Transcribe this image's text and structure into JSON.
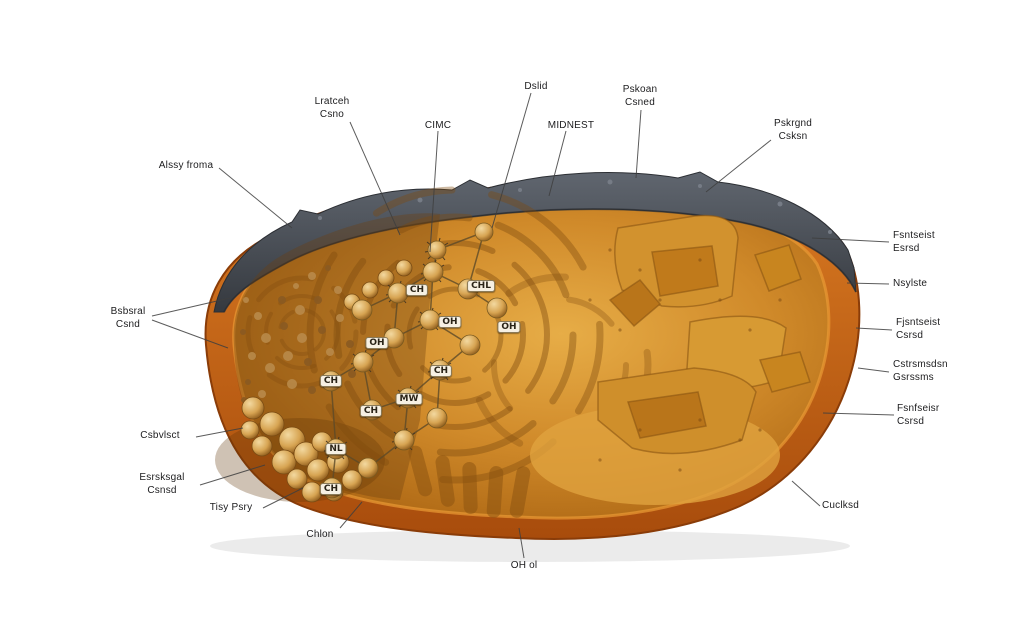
{
  "diagram": {
    "callouts": [
      {
        "text": "Lratceh\nCsno"
      },
      {
        "text": "CIMC"
      },
      {
        "text": "Dslid"
      },
      {
        "text": "MIDNEST"
      },
      {
        "text": "Pskoan\nCsned"
      },
      {
        "text": "Pskrgnd\nCsksn"
      },
      {
        "text": "Alssy froma"
      },
      {
        "text": "Bsbsral\nCsnd"
      },
      {
        "text": "Csbvlsct"
      },
      {
        "text": "Esrsksgal\nCsnsd"
      },
      {
        "text": "Tisy Psry"
      },
      {
        "text": "Chlon"
      },
      {
        "text": "OH ol"
      },
      {
        "text": "Fsntseist\nEsrsd"
      },
      {
        "text": "Nsylste"
      },
      {
        "text": "Fjsntseist\nCsrsd"
      },
      {
        "text": "Cstrsmsdsn\nGsrssms"
      },
      {
        "text": "Fsnfseisr\nCsrsd"
      },
      {
        "text": "Cuclksd"
      }
    ],
    "molecule_labels": [
      "CH",
      "CHL",
      "OH",
      "OH",
      "CH",
      "CH",
      "MW",
      "CH",
      "NL",
      "CH",
      "OH"
    ],
    "colors": {
      "crust": "#4b4f57",
      "rim": "#c2591a",
      "interior": "#d08a2a",
      "ring_accent": "#7e4a0e"
    }
  }
}
